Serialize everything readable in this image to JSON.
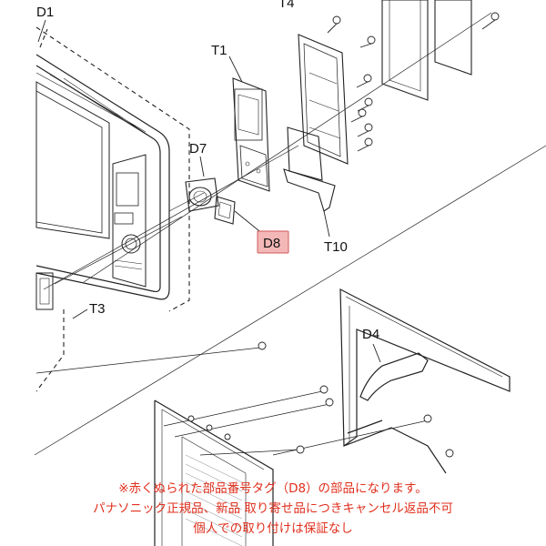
{
  "labels": {
    "d1": "D1",
    "t4": "T4",
    "t1": "T1",
    "d7": "D7",
    "d8": "D8",
    "t10": "T10",
    "t3": "T3",
    "d4": "D4"
  },
  "highlight_color": "#f4b7b7",
  "notice_color": "#e0301e",
  "notice": {
    "line1": "※赤くぬられた部品番号タグ（D8）の部品になります。",
    "line2": "パナソニック正規品、新品 取り寄せ品につきキャンセル返品不可",
    "line3": "個人での取り付けは保証なし"
  }
}
